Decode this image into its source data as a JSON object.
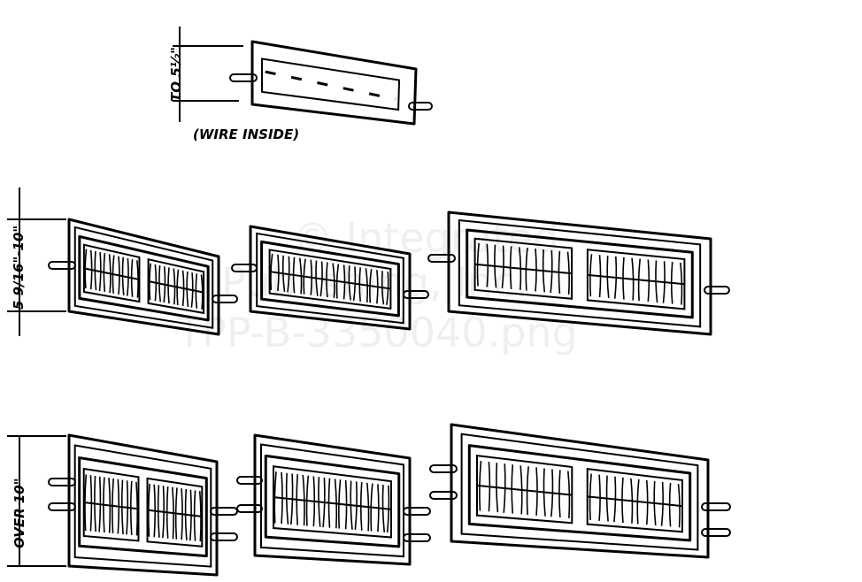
{
  "figure": {
    "top_dimension_label": "TO 5½\"",
    "top_caption": "(WIRE INSIDE)",
    "middle_dimension_label": "5 9/16\"-10\"",
    "bottom_dimension_label": "OVER 10\"",
    "rows": [
      {
        "name": "small-screen",
        "panels": 1,
        "sections": 0
      },
      {
        "name": "medium-screens",
        "panels": 3,
        "sections": [
          2,
          1,
          2
        ]
      },
      {
        "name": "large-screens",
        "panels": 3,
        "sections": [
          2,
          1,
          2
        ]
      }
    ]
  },
  "watermark": {
    "line1": "© Integrated",
    "line2": "Publishing, Inc.",
    "line3": "TPP-B-3350040.png"
  }
}
